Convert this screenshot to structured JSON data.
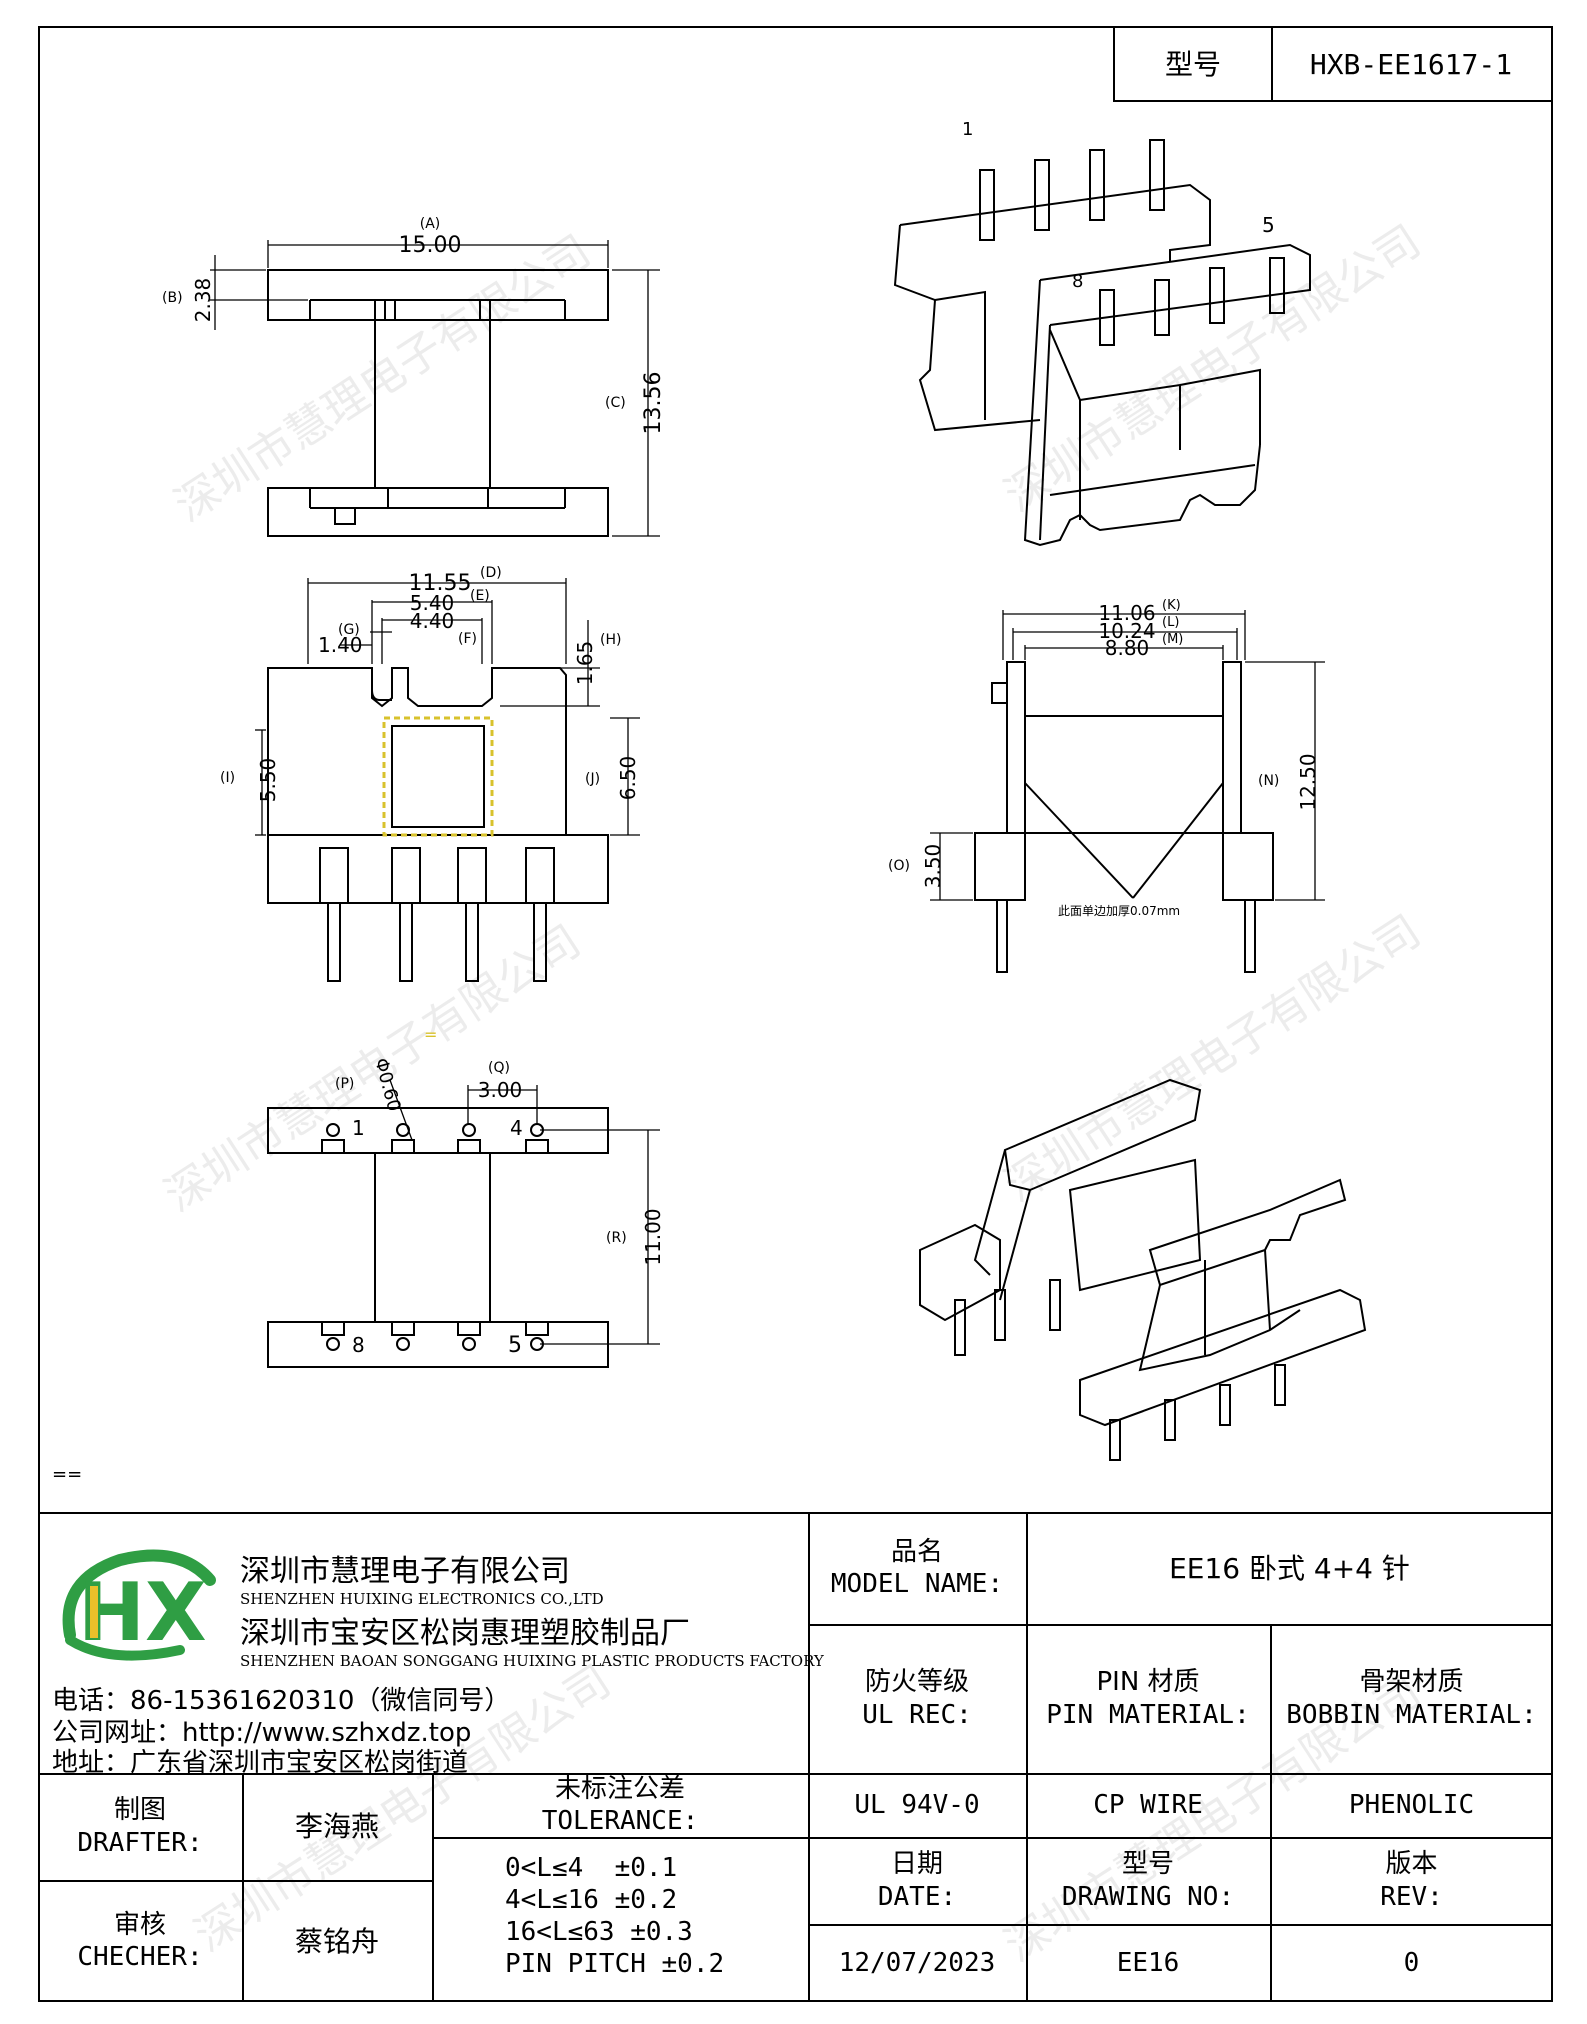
{
  "header": {
    "model_label": "型号",
    "model_value": "HXB-EE1617-1"
  },
  "drawing": {
    "front": {
      "A": "(A)",
      "A_val": "15.00",
      "B": "(B)",
      "B_val": "2.38",
      "C": "(C)",
      "C_val": "13.56"
    },
    "side": {
      "D": "(D)",
      "D_val": "11.55",
      "E": "(E)",
      "E_val": "5.40",
      "F": "(F)",
      "F_val": "4.40",
      "G": "(G)",
      "G_val": "1.40",
      "H": "(H)",
      "H_val": "1.65",
      "I": "(I)",
      "I_val": "5.50",
      "J": "(J)",
      "J_val": "6.50"
    },
    "section": {
      "K": "(K)",
      "K_val": "11.06",
      "L": "(L)",
      "L_val": "10.24",
      "M": "(M)",
      "M_val": "8.80",
      "N": "(N)",
      "N_val": "12.50",
      "O": "(O)",
      "O_val": "3.50",
      "note": "此面单边加厚0.07mm"
    },
    "bottom": {
      "P": "(P)",
      "P_val": "Φ0.60",
      "Q": "(Q)",
      "Q_val": "3.00",
      "R": "(R)",
      "R_val": "11.00",
      "pin1": "1",
      "pin4": "4",
      "pin8": "8",
      "pin5": "5"
    },
    "iso_top": {
      "pin1": "1",
      "pin5": "5",
      "pin8": "8"
    },
    "marks": {
      "eq": "==",
      "small": "="
    }
  },
  "watermark": "深圳市慧理电子有限公司",
  "company": {
    "name_cn": "深圳市慧理电子有限公司",
    "name_en": "SHENZHEN HUIXING ELECTRONICS CO.,LTD",
    "factory_cn": "深圳市宝安区松岗惠理塑胶制品厂",
    "factory_en": "SHENZHEN BAOAN SONGGANG HUIXING PLASTIC PRODUCTS FACTORY",
    "phone": "电话：86-15361620310（微信同号）",
    "website": "公司网址：http://www.szhxdz.top",
    "address": "地址：广东省深圳市宝安区松岗街道",
    "logo_text": "HX"
  },
  "titleblock": {
    "model_name_cn": "品名",
    "model_name_en": "MODEL NAME:",
    "model_name_val": "EE16 卧式 4+4 针",
    "ul_cn": "防火等级",
    "ul_en": "UL REC:",
    "pin_cn": "PIN 材质",
    "pin_en": "PIN MATERIAL:",
    "bobbin_cn": "骨架材质",
    "bobbin_en": "BOBBIN MATERIAL:",
    "ul_val": "UL 94V-0",
    "pin_val": "CP WIRE",
    "bobbin_val": "PHENOLIC",
    "drafter_cn": "制图",
    "drafter_en": "DRAFTER:",
    "drafter_val": "李海燕",
    "checker_cn": "审核",
    "checker_en": "CHECHER:",
    "checker_val": "蔡铭舟",
    "tol_cn": "未标注公差",
    "tol_en": "TOLERANCE:",
    "tol_lines": [
      "0<L≤4  ±0.1",
      "4<L≤16 ±0.2",
      "16<L≤63 ±0.3",
      "PIN PITCH ±0.2"
    ],
    "date_cn": "日期",
    "date_en": "DATE:",
    "date_val": "12/07/2023",
    "dwg_cn": "型号",
    "dwg_en": "DRAWING NO:",
    "dwg_val": "EE16",
    "rev_cn": "版本",
    "rev_en": "REV:",
    "rev_val": "0"
  }
}
